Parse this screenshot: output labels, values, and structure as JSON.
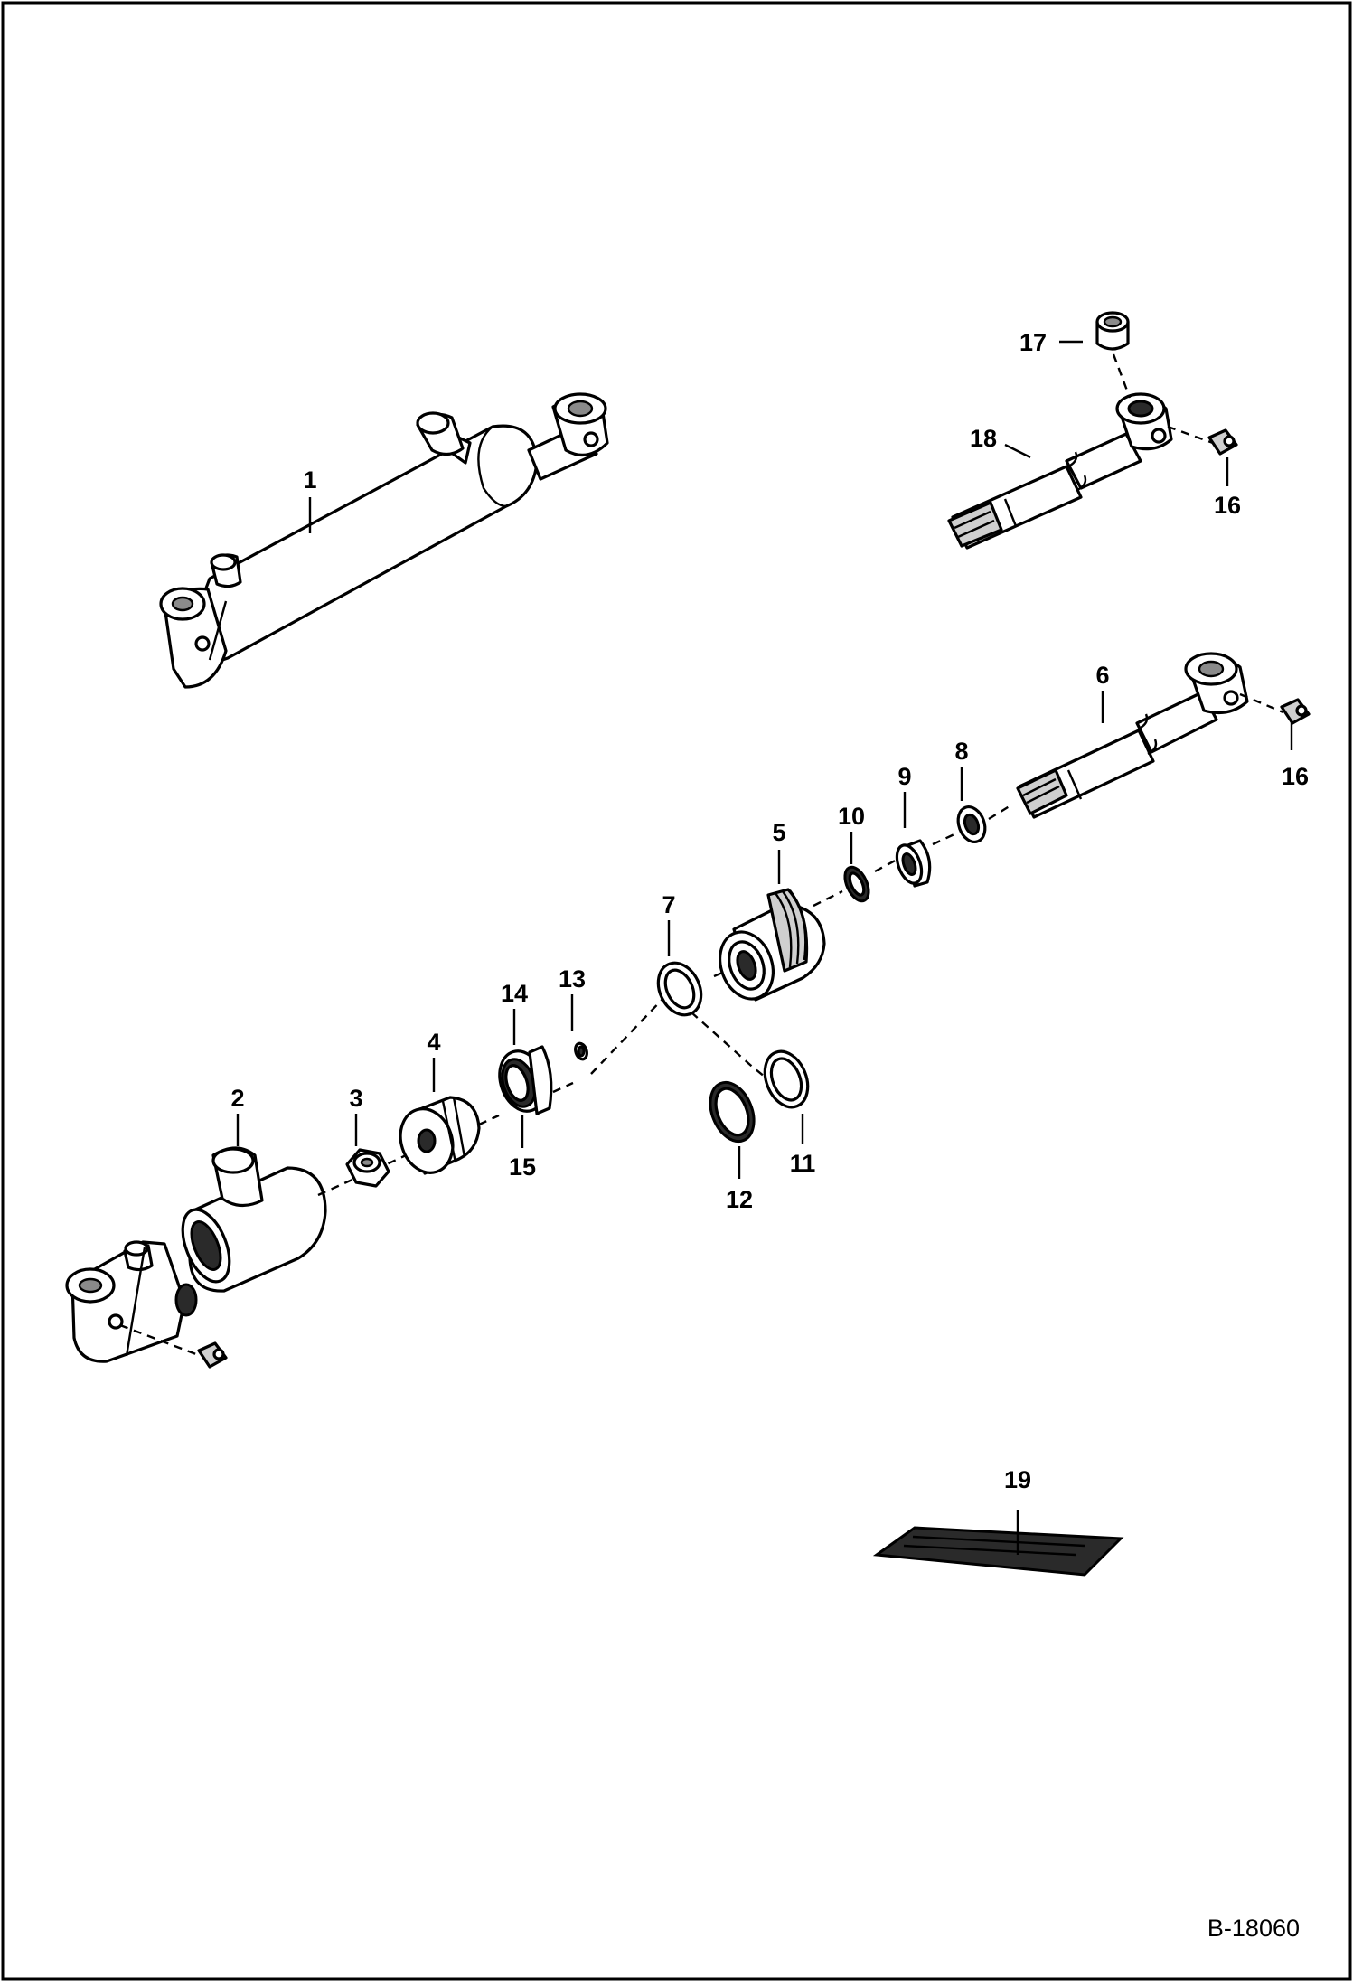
{
  "diagram": {
    "drawing_code": "B-18060",
    "callouts": [
      "1",
      "2",
      "3",
      "4",
      "5",
      "6",
      "7",
      "8",
      "9",
      "10",
      "11",
      "12",
      "13",
      "14",
      "15",
      "16",
      "16",
      "17",
      "18",
      "19"
    ]
  }
}
